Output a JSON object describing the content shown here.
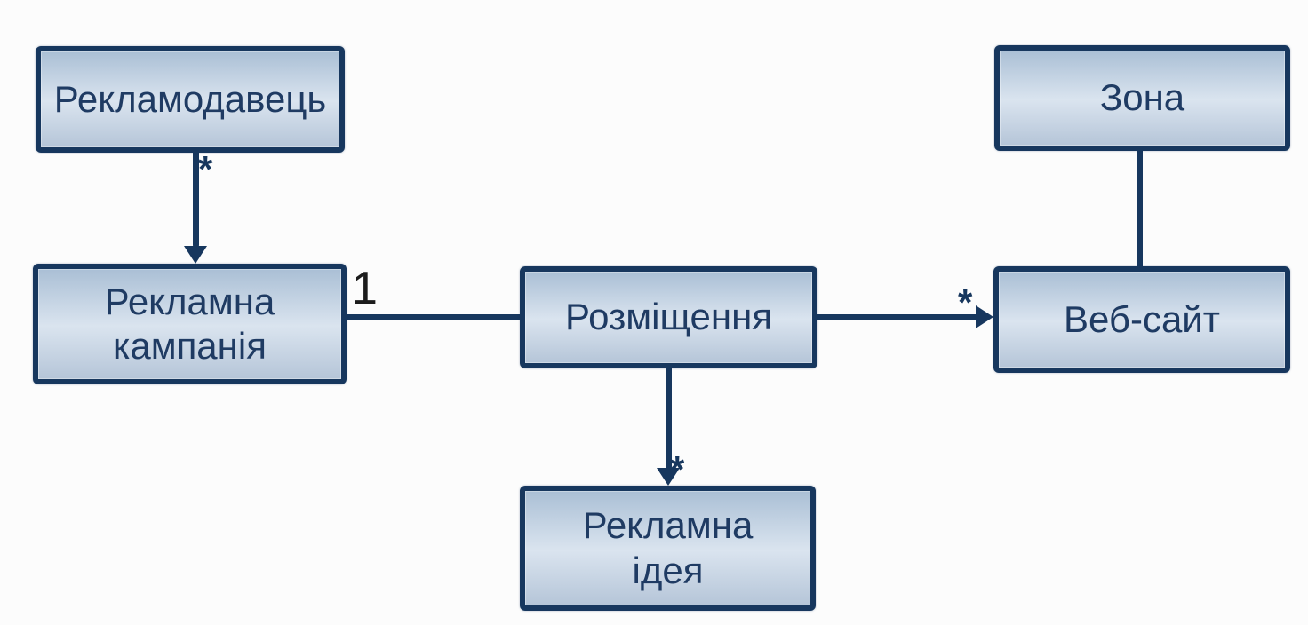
{
  "diagram": {
    "type": "uml-class-association-diagram",
    "language": "uk",
    "nodes": [
      {
        "id": "advertiser",
        "label": "Рекламодавець"
      },
      {
        "id": "ad-campaign",
        "label": "Рекламна\nкампанія"
      },
      {
        "id": "placement",
        "label": "Розміщення"
      },
      {
        "id": "ad-idea",
        "label": "Рекламна\nідея"
      },
      {
        "id": "zone",
        "label": "Зона"
      },
      {
        "id": "website",
        "label": "Веб-сайт"
      }
    ],
    "edges": [
      {
        "from": "advertiser",
        "to": "ad-campaign",
        "multiplicity": "*",
        "arrowhead": "target"
      },
      {
        "from": "ad-campaign",
        "to": "placement",
        "multiplicity": "1",
        "arrowhead": "none"
      },
      {
        "from": "placement",
        "to": "website",
        "multiplicity": "*",
        "arrowhead": "target"
      },
      {
        "from": "placement",
        "to": "ad-idea",
        "multiplicity": "*",
        "arrowhead": "target"
      },
      {
        "from": "zone",
        "to": "website",
        "arrowhead": "none"
      }
    ],
    "colors": {
      "background": "#fcfcfc",
      "box_border": "#17375e",
      "box_fill_top": "#aabfd5",
      "box_fill_mid": "#dae4ef",
      "box_fill_bottom": "#b5c5d8",
      "label_text": "#1f3b63",
      "line": "#17375e",
      "multiplicity_star": "#17375e",
      "multiplicity_one": "#1c1c1c"
    }
  }
}
